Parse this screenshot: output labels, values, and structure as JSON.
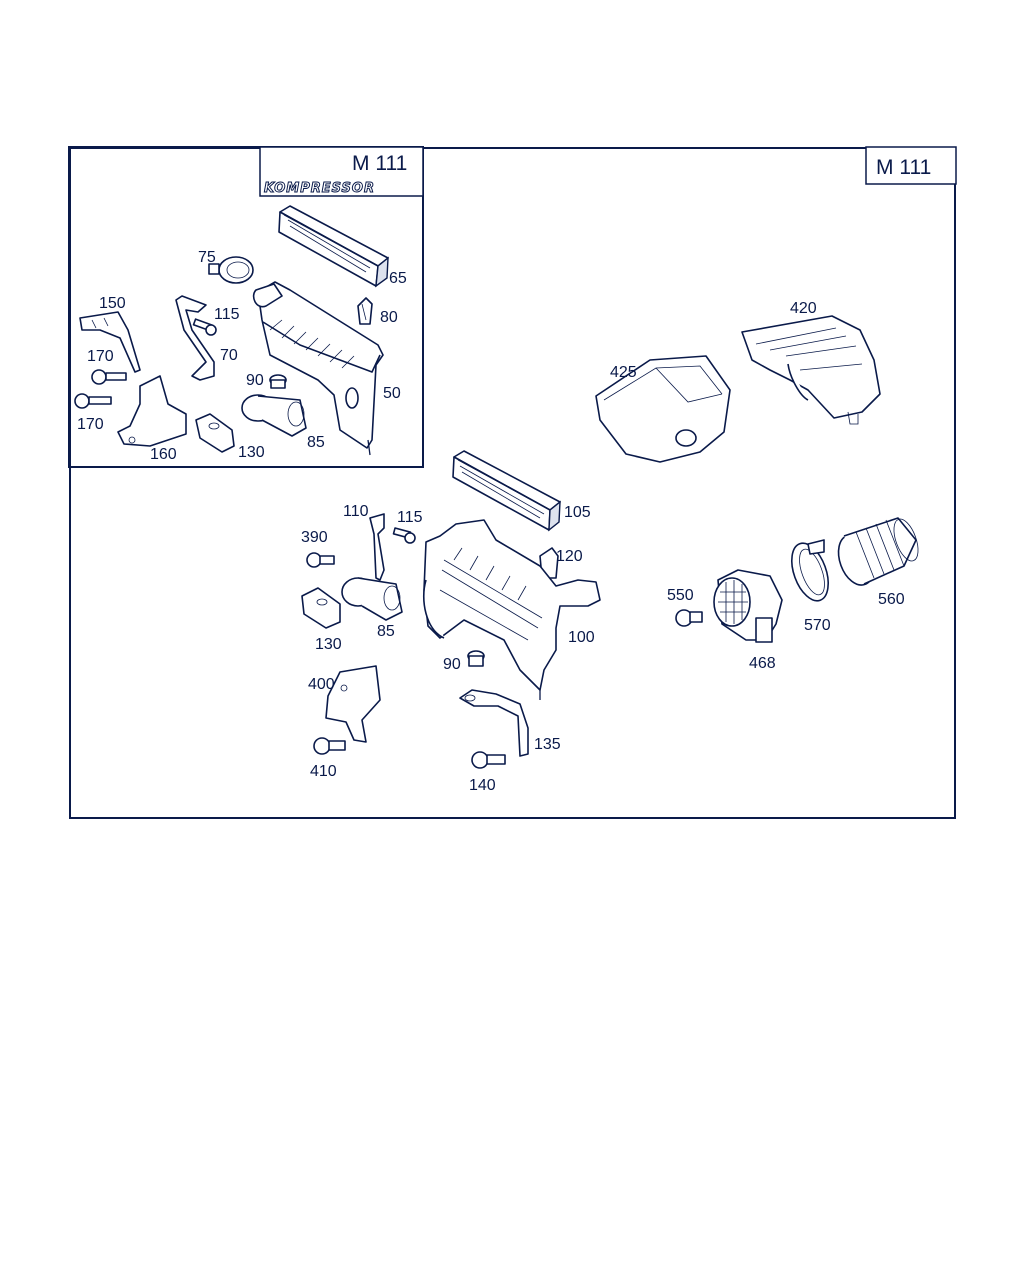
{
  "header": {
    "inset_model": "M 111",
    "inset_variant": "KOMPRESSOR",
    "main_model": "M 111"
  },
  "labels": {
    "p65": "65",
    "p75": "75",
    "p80": "80",
    "p150": "150",
    "p115a": "115",
    "p70": "70",
    "p170a": "170",
    "p170b": "170",
    "p90a": "90",
    "p50": "50",
    "p160": "160",
    "p130a": "130",
    "p85a": "85",
    "p420": "420",
    "p425": "425",
    "p105": "105",
    "p110": "110",
    "p115b": "115",
    "p390": "390",
    "p120": "120",
    "p130b": "130",
    "p85b": "85",
    "p100": "100",
    "p90b": "90",
    "p400": "400",
    "p410": "410",
    "p135": "135",
    "p140": "140",
    "p550": "550",
    "p468": "468",
    "p570": "570",
    "p560": "560"
  },
  "colors": {
    "line": "#0a1a4a",
    "background": "#ffffff"
  }
}
